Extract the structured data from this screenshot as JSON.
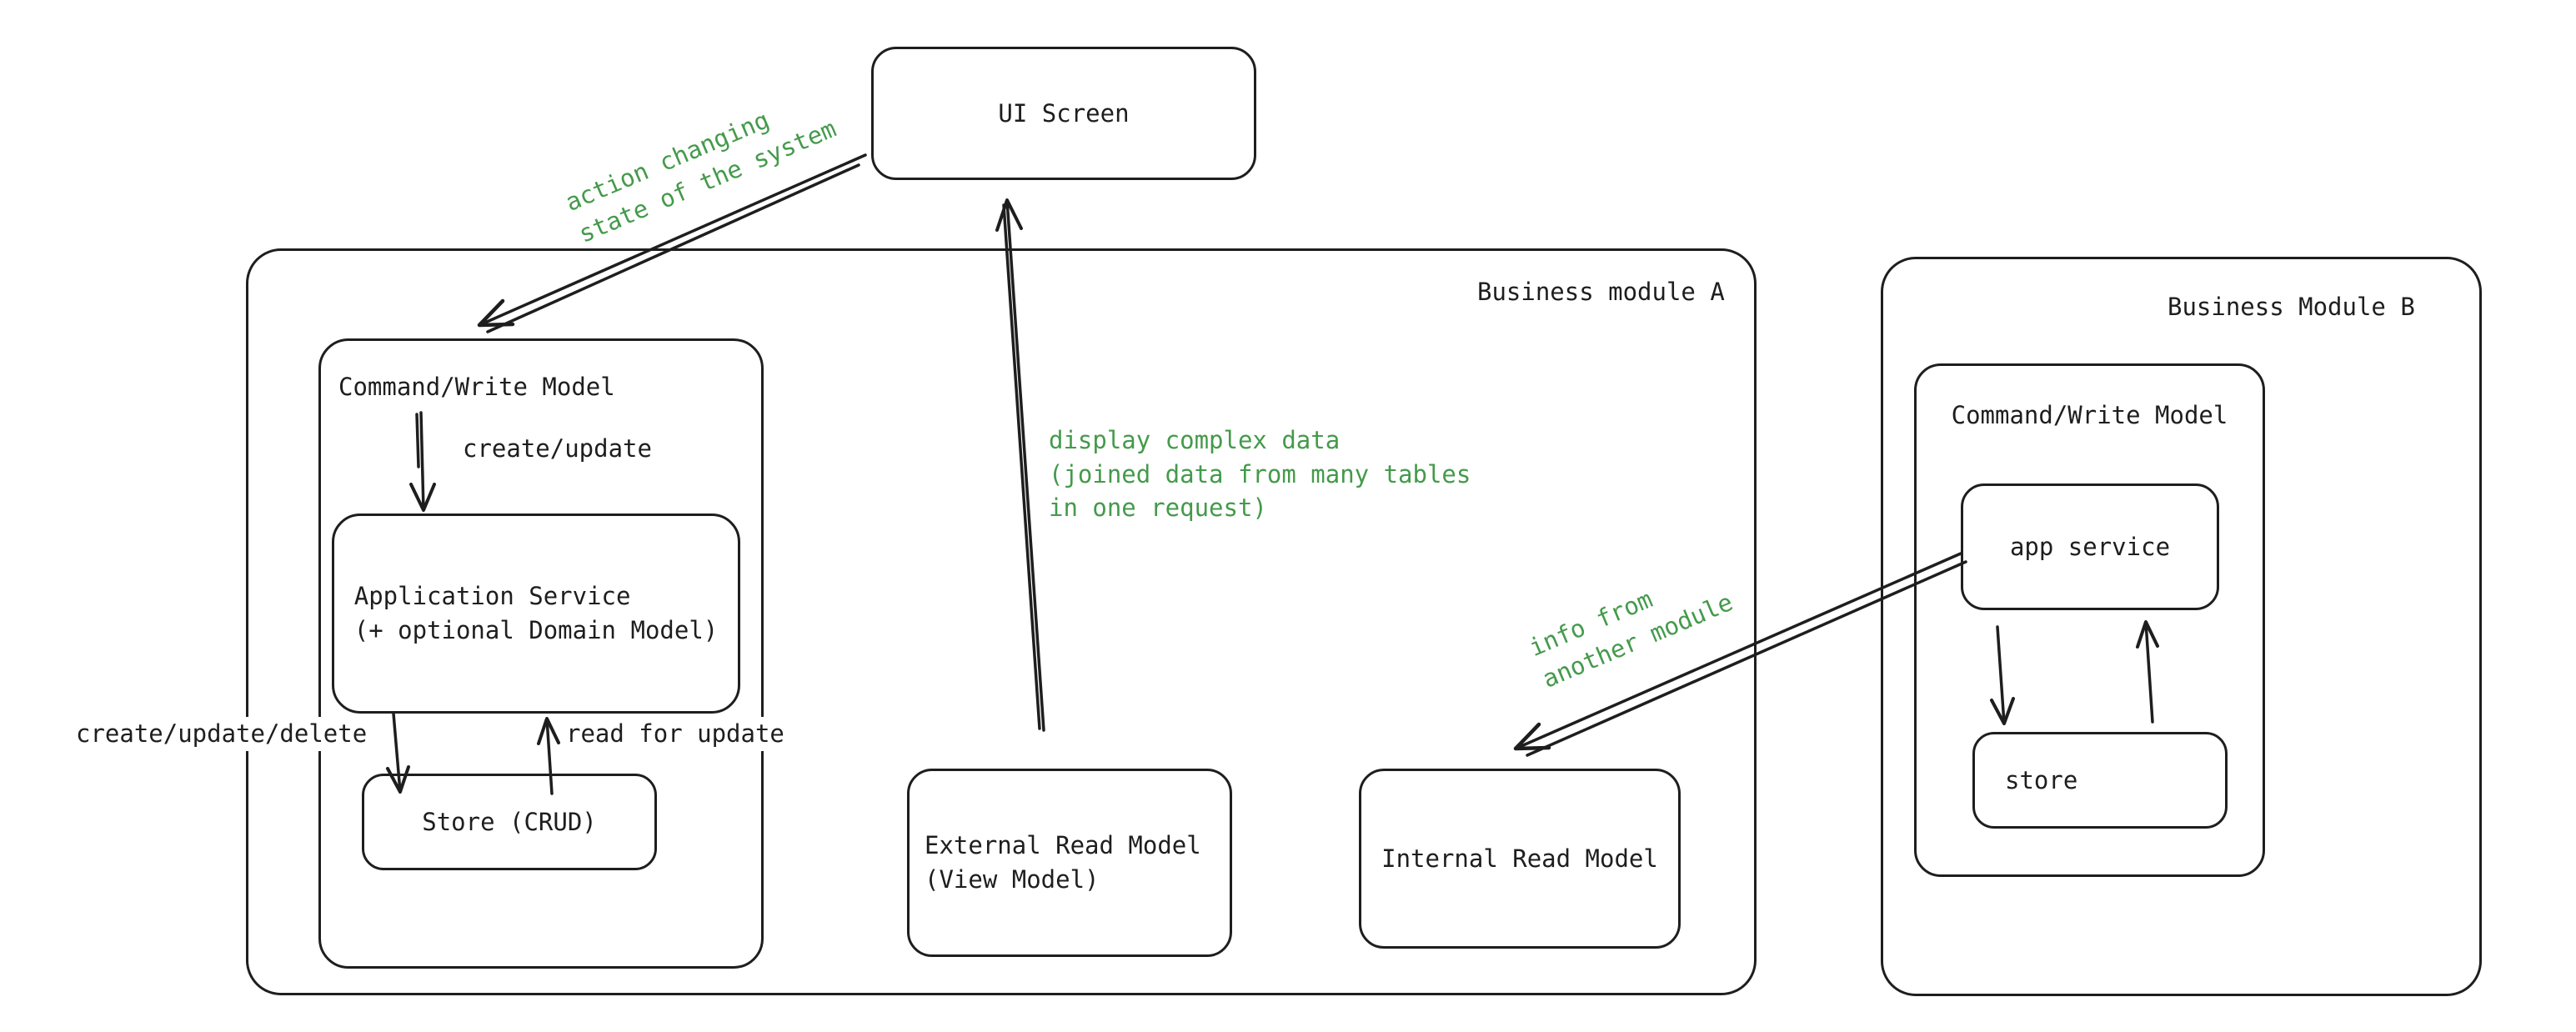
{
  "colors": {
    "ink": "#1e1e1e",
    "annotation_green": "#449a4b",
    "background": "#ffffff"
  },
  "nodes": {
    "ui_screen": {
      "label": "UI Screen"
    },
    "module_a": {
      "title": "Business module A"
    },
    "command_write_a": {
      "title": "Command/Write Model"
    },
    "app_service_a": {
      "line1": "Application Service",
      "line2": "(+ optional Domain Model)"
    },
    "store_a": {
      "label": "Store (CRUD)"
    },
    "external_read_model": {
      "line1": "External Read Model",
      "line2": "(View Model)"
    },
    "internal_read_model": {
      "label": "Internal Read Model"
    },
    "module_b": {
      "title": "Business Module B"
    },
    "command_write_b": {
      "title": "Command/Write Model"
    },
    "app_service_b": {
      "label": "app service"
    },
    "store_b": {
      "label": "store"
    }
  },
  "edge_labels": {
    "create_update": "create/update",
    "create_update_delete": "create/update/delete",
    "read_for_update": "read for update"
  },
  "annotations": {
    "action_changing": {
      "line1": "action changing",
      "line2": "state of the system"
    },
    "display_complex": {
      "line1": "display complex data",
      "line2": "(joined data from many tables",
      "line3": "in one request)"
    },
    "info_from": {
      "line1": "info from",
      "line2": "another module"
    }
  }
}
